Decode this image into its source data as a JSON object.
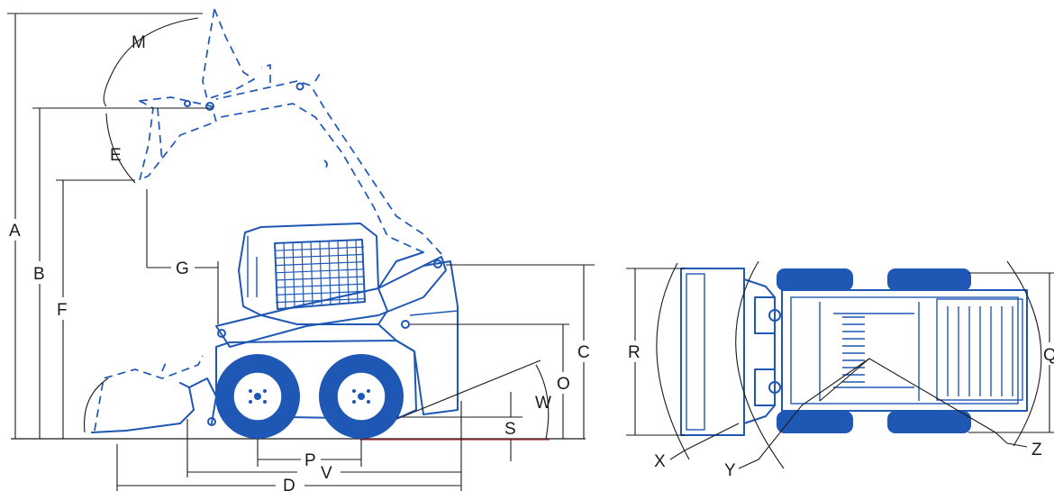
{
  "colors": {
    "machine": "#1f57b5",
    "dimension_lines": "#1a1a1a",
    "background": "#ffffff"
  },
  "dimension_labels": {
    "A": "A",
    "B": "B",
    "C": "C",
    "D": "D",
    "E": "E",
    "F": "F",
    "G": "G",
    "M": "M",
    "O": "O",
    "P": "P",
    "Q": "Q",
    "R": "R",
    "S": "S",
    "V": "V",
    "W": "W",
    "X": "X",
    "Y": "Y",
    "Z": "Z"
  }
}
